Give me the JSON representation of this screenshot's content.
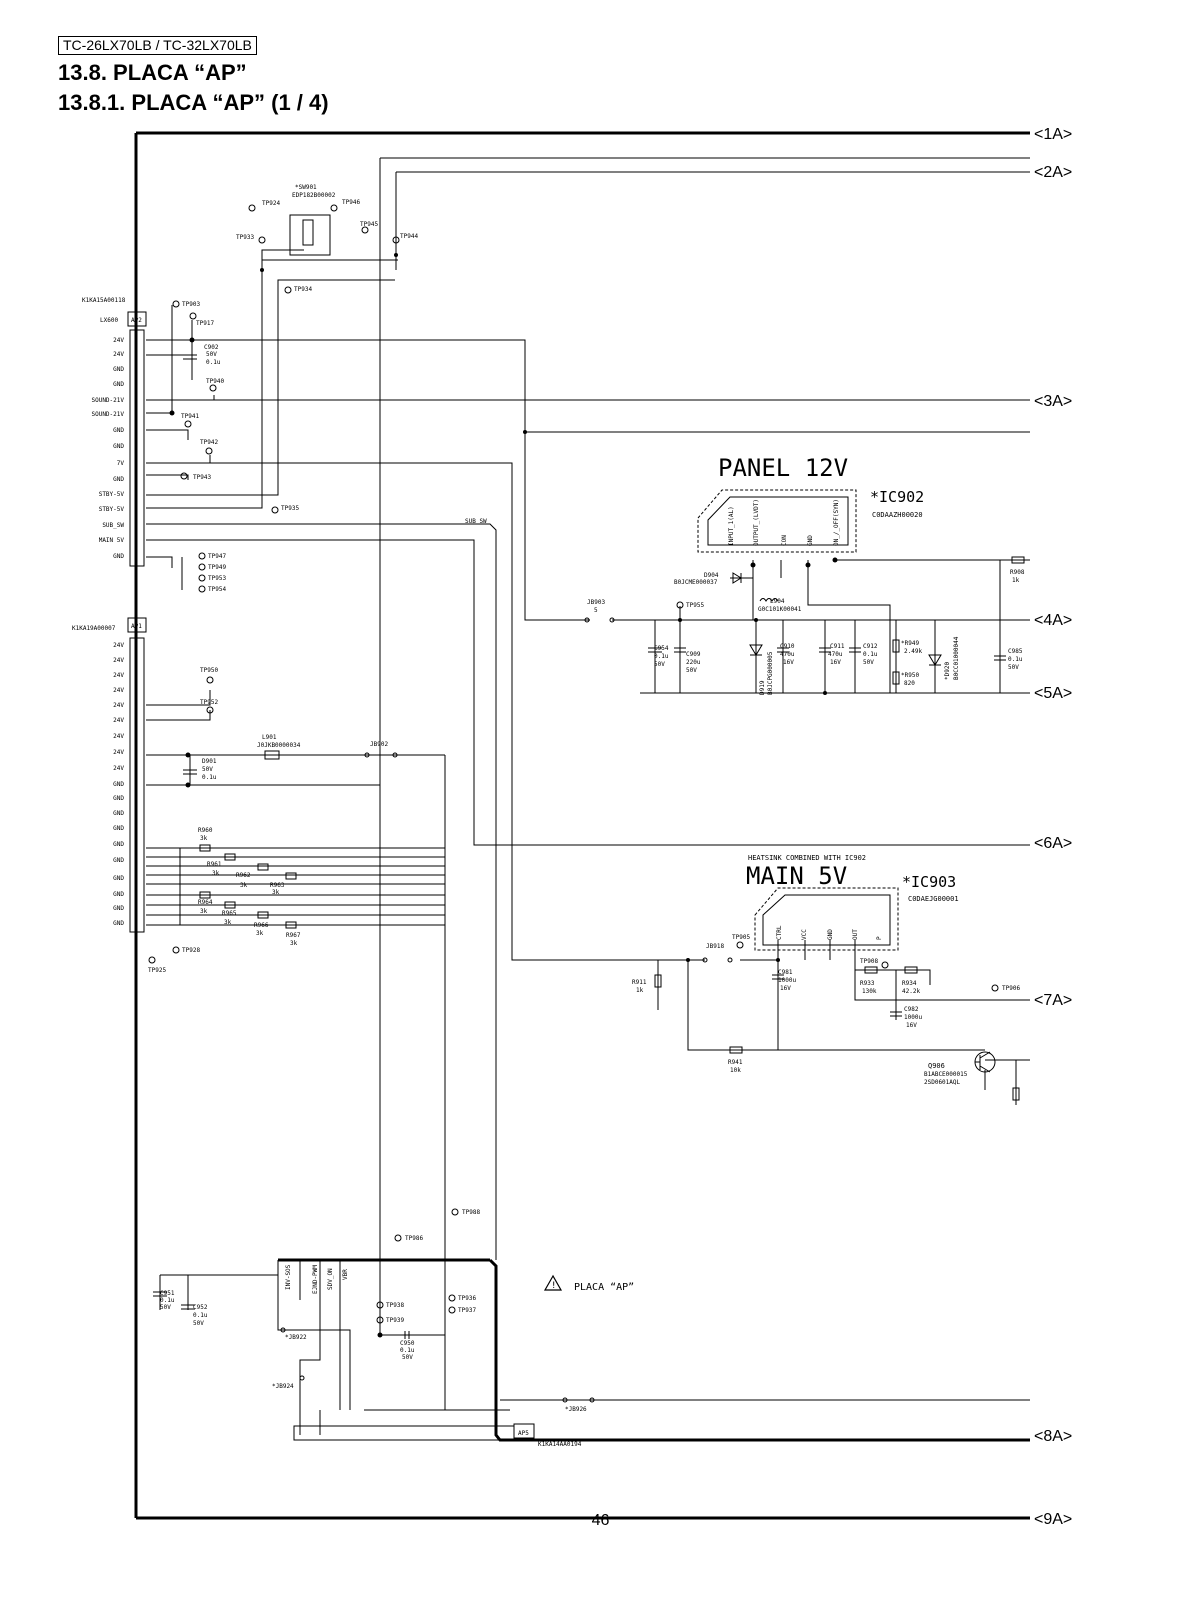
{
  "header": {
    "model": "TC-26LX70LB / TC-32LX70LB",
    "title": "13.8. PLACA “AP”",
    "subtitle": "13.8.1. PLACA “AP” (1 / 4)"
  },
  "connectors": {
    "c1": "<1A>",
    "c2": "<2A>",
    "c3": "<3A>",
    "c4": "<4A>",
    "c5": "<5A>",
    "c6": "<6A>",
    "c7": "<7A>",
    "c8": "<8A>",
    "c9": "<9A>"
  },
  "ap2": {
    "part": "K1KA15A00118",
    "ref": "LX600",
    "tag": "AP2",
    "pins": [
      "24V",
      "24V",
      "GND",
      "GND",
      "SOUND-21V",
      "SOUND-21V",
      "GND",
      "GND",
      "7V",
      "GND",
      "STBY-5V",
      "STBY-5V",
      "SUB_SW",
      "MAIN 5V",
      "GND"
    ]
  },
  "ap1": {
    "part": "K1KA19A00007",
    "tag": "AP1",
    "pins": [
      "24V",
      "24V",
      "24V",
      "24V",
      "24V",
      "24V",
      "24V",
      "24V",
      "24V",
      "GND",
      "GND",
      "GND",
      "GND",
      "GND",
      "GND",
      "GND",
      "GND",
      "GND",
      "GND"
    ]
  },
  "ap5": {
    "tag": "AP5",
    "part": "K1KA14AA0194"
  },
  "switch": {
    "ref": "*SW901",
    "part": "EDP182B00002"
  },
  "ic902": {
    "title": "PANEL 12V",
    "ref": "*IC902",
    "part": "C0DAAZH00020",
    "pins": [
      "INPUT_1(AL)",
      "OUTPUT_(LVDT)",
      "CON",
      "GND",
      "ON_/_OFF(SYN)"
    ]
  },
  "ic903": {
    "note": "HEATSINK COMBINED WITH IC902",
    "title": "MAIN 5V",
    "ref": "*IC903",
    "part": "C0DAEJG00001",
    "pins": [
      "CTRL",
      "VCC",
      "GND",
      "OUT",
      "P"
    ]
  },
  "q906": {
    "ref": "Q906",
    "part1": "B1ABCE000015",
    "part2": "2SD0601AQL"
  },
  "testpoints": {
    "tp924": "TP924",
    "tp946": "TP946",
    "tp945": "TP945",
    "tp933": "TP933",
    "tp944": "TP944",
    "tp934": "TP934",
    "tp903": "TP903",
    "tp917": "TP917",
    "tp940": "TP940",
    "tp941": "TP941",
    "tp942": "TP942",
    "tp943": "TP943",
    "tp935": "TP935",
    "tp947": "TP947",
    "tp949": "TP949",
    "tp953": "TP953",
    "tp954": "TP954",
    "tp950": "TP950",
    "tp952": "TP952",
    "tp928": "TP928",
    "tp925": "TP925",
    "tp955": "TP955",
    "tp905": "TP905",
    "tp908": "TP908",
    "tp906": "TP906",
    "tp988": "TP988",
    "tp986": "TP986",
    "tp938": "TP938",
    "tp939": "TP939",
    "tp936": "TP936",
    "tp937": "TP937"
  },
  "parts": {
    "c902": [
      "C902",
      "50V",
      "0.1u"
    ],
    "d901": [
      "D901",
      "50V",
      "0.1u"
    ],
    "l901": [
      "L901",
      "J0JKB0000034"
    ],
    "jb902": "JB902",
    "jb903": [
      "JB903",
      "5"
    ],
    "sub_sw": "SUB_SW",
    "d904": [
      "D904",
      "B0JCME000037"
    ],
    "l904": [
      "L904",
      "G0C101K00041"
    ],
    "c954": [
      "C954",
      "0.1u",
      "50V"
    ],
    "c909": [
      "C909",
      "220u",
      "50V"
    ],
    "d919": [
      "D919",
      "B0JCPG000005"
    ],
    "c910": [
      "C910",
      "470u",
      "16V"
    ],
    "c911": [
      "C911",
      "470u",
      "16V"
    ],
    "c912": [
      "C912",
      "0.1u",
      "50V"
    ],
    "r949": [
      "*R949",
      "2.49k"
    ],
    "r950": [
      "*R950",
      "820"
    ],
    "d920": [
      "*D920",
      "B0CC01000044"
    ],
    "c985": [
      "C985",
      "0.1u",
      "50V"
    ],
    "r908": [
      "R908",
      "1k"
    ],
    "r960": [
      "R960",
      "3k"
    ],
    "r961": [
      "R961",
      "3k"
    ],
    "r962": [
      "R962",
      "3k"
    ],
    "r963": [
      "R963",
      "3k"
    ],
    "r964": [
      "R964",
      "3k"
    ],
    "r965": [
      "R965",
      "3k"
    ],
    "r966": [
      "R966",
      "3k"
    ],
    "r967": [
      "R967",
      "3k"
    ],
    "jb918": "JB918",
    "r911": [
      "R911",
      "1k"
    ],
    "c981": [
      "C981",
      "1000u",
      "16V"
    ],
    "r933": [
      "R933",
      "130k"
    ],
    "r934": [
      "R934",
      "42.2k"
    ],
    "c982": [
      "C982",
      "1000u",
      "16V"
    ],
    "r941": [
      "R941",
      "10k"
    ],
    "c951": [
      "C951",
      "0.1u",
      "50V"
    ],
    "c952": [
      "C952",
      "0.1u",
      "50V"
    ],
    "c950": [
      "C950",
      "0.1u",
      "50V"
    ],
    "jb922": "*JB922",
    "jb924": "*JB924",
    "jb926": "*JB926",
    "ap5_pins": [
      "INV-SOS",
      "EJND-PWM",
      "SDV_ON",
      "VBR"
    ],
    "warning": "PLACA “AP”"
  },
  "page_number": "46"
}
